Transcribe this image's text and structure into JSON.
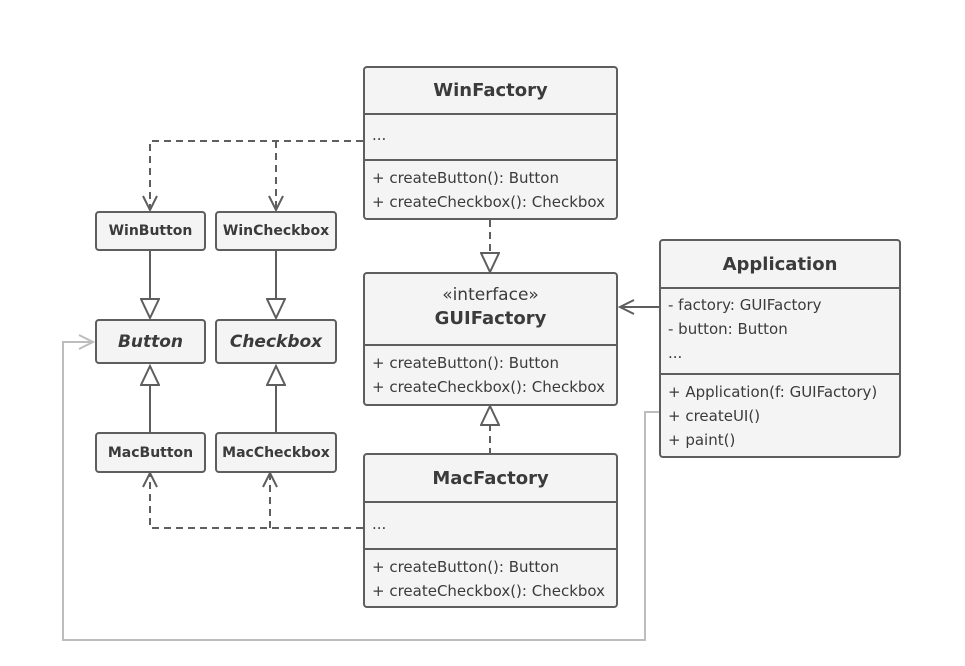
{
  "diagram": {
    "win_factory": {
      "name": "WinFactory",
      "fields": [
        "..."
      ],
      "methods": [
        "+ createButton(): Button",
        "+ createCheckbox(): Checkbox"
      ]
    },
    "gui_factory": {
      "stereotype": "«interface»",
      "name": "GUIFactory",
      "methods": [
        "+ createButton(): Button",
        "+ createCheckbox(): Checkbox"
      ]
    },
    "mac_factory": {
      "name": "MacFactory",
      "fields": [
        "..."
      ],
      "methods": [
        "+ createButton(): Button",
        "+ createCheckbox(): Checkbox"
      ]
    },
    "application": {
      "name": "Application",
      "fields": [
        "- factory: GUIFactory",
        "- button: Button",
        "..."
      ],
      "methods": [
        "+ Application(f: GUIFactory)",
        "+ createUI()",
        "+ paint()"
      ]
    },
    "products": {
      "win_button": "WinButton",
      "win_checkbox": "WinCheckbox",
      "button": "Button",
      "checkbox": "Checkbox",
      "mac_button": "MacButton",
      "mac_checkbox": "MacCheckbox"
    },
    "colors": {
      "border": "#5e5e5e",
      "fill": "#f4f4f4",
      "text": "#3b3b3b",
      "feedback_line": "#bdbdbd"
    }
  }
}
